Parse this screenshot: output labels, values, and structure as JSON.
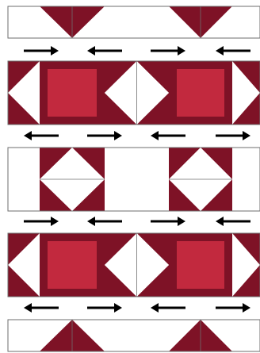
{
  "colors": {
    "dark": "#7e1226",
    "medium": "#c2293e",
    "light": "#ffffff",
    "seam": "#6e6e6e",
    "arrow": "#000000"
  },
  "block_rows": [
    {
      "name": "top-partial-row",
      "cells": [
        "plain",
        "top-triangles",
        "plain",
        "top-triangles",
        "plain"
      ]
    },
    {
      "name": "hourglass-row-1",
      "cells": [
        "left-edge-triangles",
        "solid-square",
        "diamond-split",
        "solid-square",
        "right-edge-triangles"
      ]
    },
    {
      "name": "diamond-row",
      "cells": [
        "plain",
        "diamond-square",
        "plain",
        "diamond-square",
        "plain"
      ]
    },
    {
      "name": "hourglass-row-2",
      "cells": [
        "left-edge-triangles",
        "solid-square",
        "diamond-split",
        "solid-square",
        "right-edge-triangles"
      ]
    },
    {
      "name": "bottom-partial-row",
      "cells": [
        "plain",
        "bottom-triangles",
        "plain",
        "bottom-triangles",
        "plain"
      ]
    }
  ],
  "arrow_rows": [
    {
      "name": "pressing-arrows-1",
      "directions": [
        "right",
        "left",
        "right",
        "left"
      ]
    },
    {
      "name": "pressing-arrows-2",
      "directions": [
        "left",
        "right",
        "left",
        "right"
      ]
    },
    {
      "name": "pressing-arrows-3",
      "directions": [
        "right",
        "left",
        "right",
        "left"
      ]
    },
    {
      "name": "pressing-arrows-4",
      "directions": [
        "left",
        "right",
        "left",
        "right"
      ]
    }
  ]
}
